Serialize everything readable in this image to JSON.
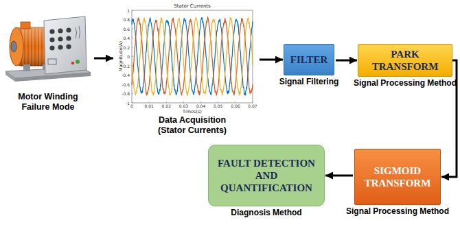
{
  "diagram": {
    "nodes": [
      {
        "text": [
          "Motor Winding Failure Mode"
        ]
      },
      {
        "text": [
          "Stator Currents",
          "Data Acquisition (Stator Currents)"
        ]
      },
      {
        "text": [
          "FILTER",
          "Signal Filtering"
        ]
      },
      {
        "text": [
          "PARK TRANSFORM",
          "Signal Processing Method"
        ]
      },
      {
        "text": [
          "SIGMOID TRANSFORM",
          "Signal Processing Method"
        ]
      },
      {
        "text": [
          "FAULT DETECTION AND QUANTIFICATION",
          "Diagnosis Method"
        ]
      }
    ],
    "edges": [
      {
        "from": 0,
        "to": 1,
        "arrow": "to"
      },
      {
        "from": 1,
        "to": 2,
        "arrow": "to"
      },
      {
        "from": 2,
        "to": 3,
        "arrow": "to"
      },
      {
        "from": 3,
        "to": 4,
        "arrow": "to"
      },
      {
        "from": 4,
        "to": 5,
        "arrow": "to"
      }
    ],
    "labels": [
      "Magnitude(A)",
      "Times(s)",
      "1",
      "0.8",
      "0.6",
      "0.4",
      "0.2",
      "0",
      "-0.2",
      "-0.4",
      "-0.6",
      "-0.8",
      "-1",
      "0",
      "0.01",
      "0.02",
      "0.03",
      "0.04",
      "0.05",
      "0.06",
      "0.07"
    ]
  }
}
